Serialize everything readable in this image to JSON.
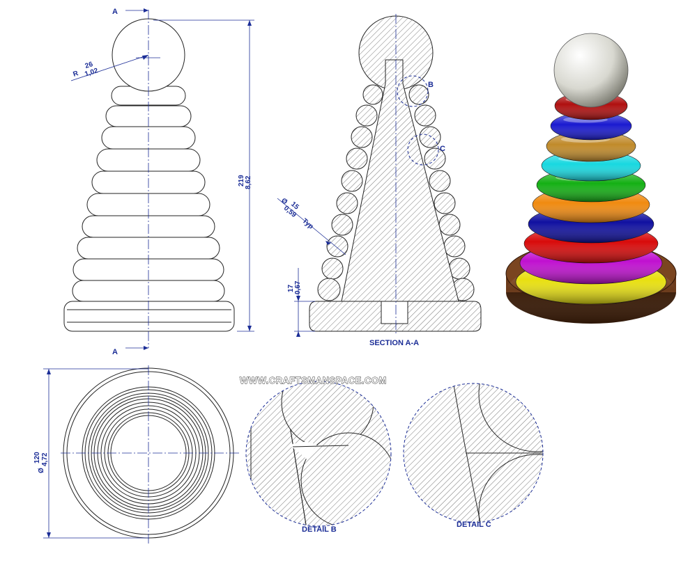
{
  "section_marker": {
    "top": "A",
    "bottom": "A"
  },
  "dimensions": {
    "radius": {
      "prefix": "R",
      "mm": "26",
      "inch": "1,02"
    },
    "height": {
      "mm": "219",
      "inch": "8,62"
    },
    "ring_diameter": {
      "prefix": "Ø",
      "mm": "15",
      "inch": "0,59",
      "suffix": "Typ"
    },
    "base_height": {
      "mm": "17",
      "inch": "0,67"
    },
    "base_diameter": {
      "prefix": "Ø",
      "mm": "120",
      "inch": "4,72"
    }
  },
  "labels": {
    "section": "SECTION A-A",
    "detail_b": "DETAIL B",
    "detail_c": "DETAIL C",
    "callout_b": "B",
    "callout_c": "C"
  },
  "watermark": "WWW.CRAFTSMANSPACE.COM",
  "ring_colors": [
    "#b01010",
    "#1a1ad0",
    "#c08a2a",
    "#18d8e0",
    "#14b014",
    "#f08a10",
    "#1010a0",
    "#d80a0a",
    "#c010d0",
    "#e8e010"
  ],
  "colors": {
    "line": "#222222",
    "dimension": "#1b2d96",
    "base": "#6b3a1a",
    "ball": "#e8e8e2"
  }
}
